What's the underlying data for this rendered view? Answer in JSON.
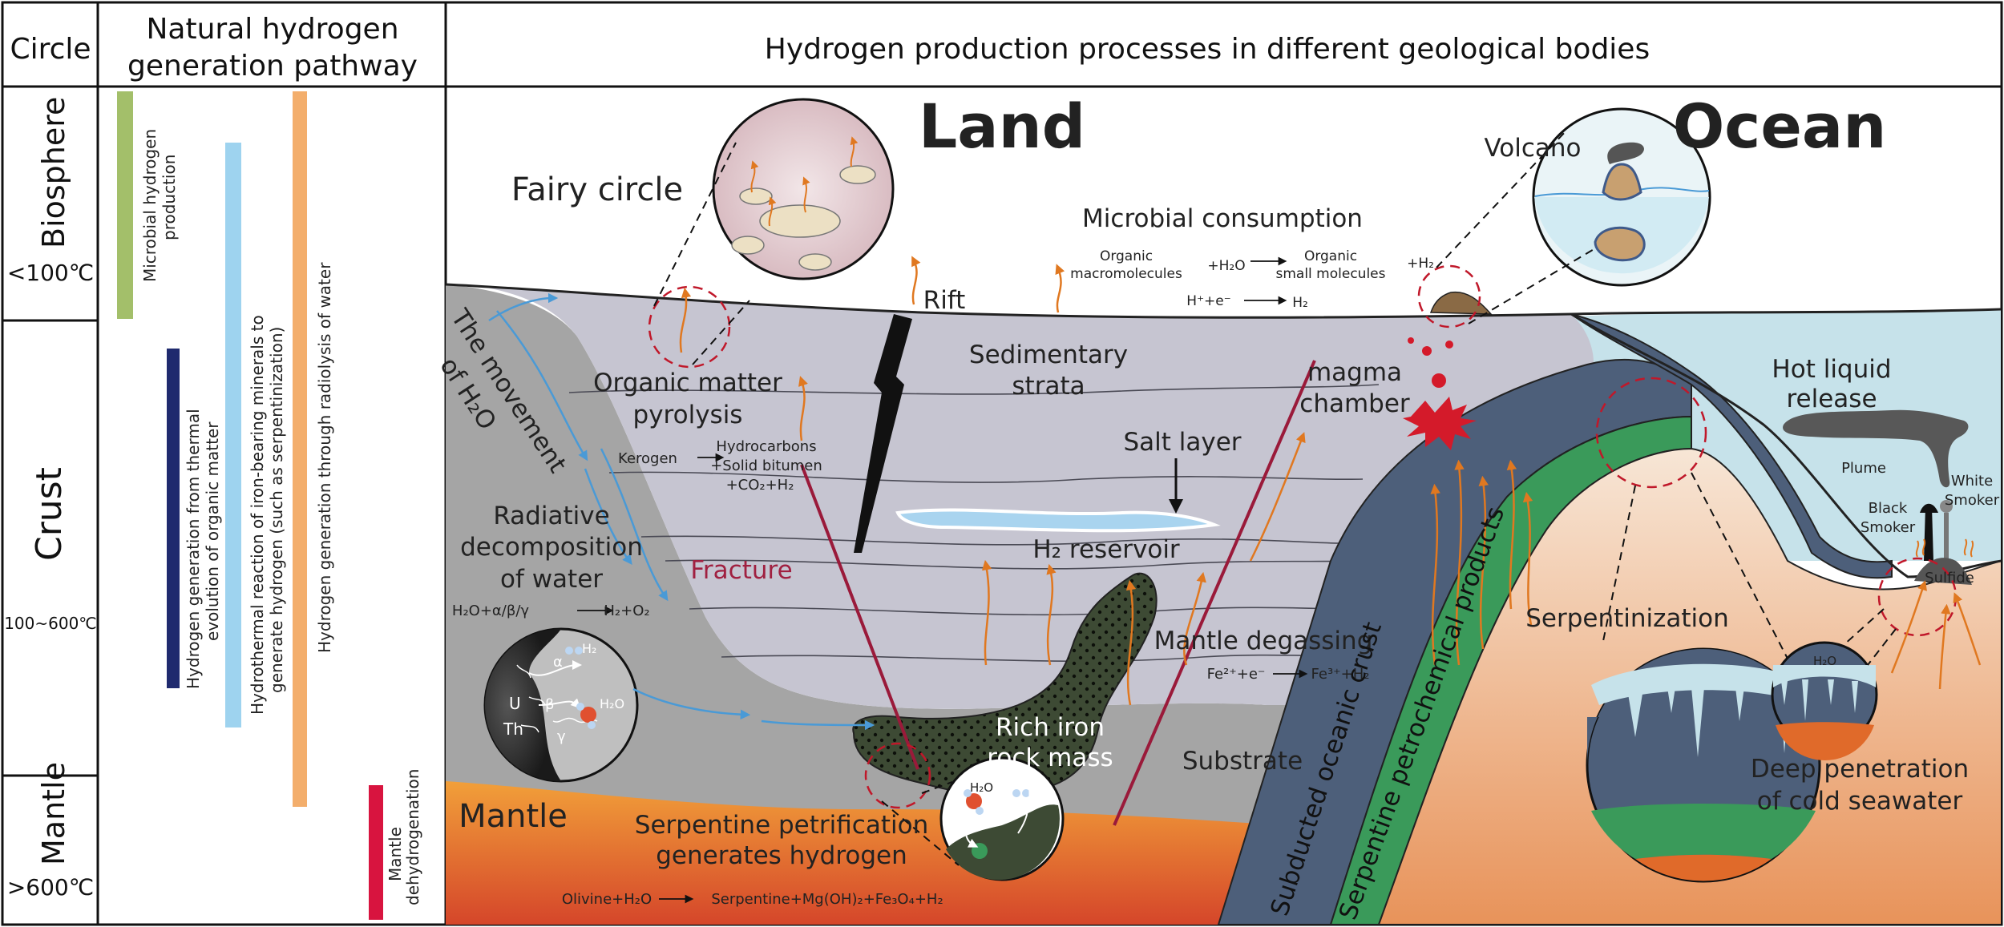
{
  "header": {
    "circle": "Circle",
    "pathway_line1": "Natural hydrogen",
    "pathway_line2": "generation pathway",
    "processes": "Hydrogen production processes in different geological bodies"
  },
  "spheres": {
    "biosphere": "Biosphere",
    "biosphere_temp": "<100℃",
    "crust": "Crust",
    "crust_temp": "100~600℃",
    "mantle": "Mantle",
    "mantle_temp": ">600℃"
  },
  "pathways": {
    "microbial_line1": "Microbial hydrogen",
    "microbial_line2": "production",
    "thermal_line1": "Hydrogen generation from thermal",
    "thermal_line2": "evolution of organic matter",
    "hydrothermal_line1": "Hydrothermal reaction of iron-bearing minerals to",
    "hydrothermal_line2": "generate hydrogen (such as serpentinization)",
    "radiolysis": "Hydrogen generation through radiolysis of water",
    "mantle_line1": "Mantle",
    "mantle_line2": "dehydrogenation",
    "colors": {
      "microbial": "#a3bf6a",
      "thermal": "#1f2a6e",
      "hydrothermal": "#9ed3ef",
      "radiolysis": "#f3ae6c",
      "mantle": "#d8143f"
    }
  },
  "diagram": {
    "land": "Land",
    "ocean": "Ocean",
    "fairy_circle": "Fairy circle",
    "rift": "Rift",
    "microbial_consumption": "Microbial consumption",
    "eq_organic_a": "Organic",
    "eq_organic_b": "macromolecules",
    "eq_plus_h2o": "+H₂O",
    "eq_small_a": "Organic",
    "eq_small_b": "small molecules",
    "eq_plus_h2": "+H₂",
    "eq_proton": "H⁺+e⁻",
    "eq_proton_product": "H₂",
    "volcano": "Volcano",
    "movement_line1": "The movement",
    "movement_line2": "of H₂O",
    "organic_line1": "Organic matter",
    "organic_line2": "pyrolysis",
    "sedimentary_line1": "Sedimentary",
    "sedimentary_line2": "strata",
    "magma_line1": "magma",
    "magma_line2": "chamber",
    "kerogen": "Kerogen",
    "hydrocarbons": "Hydrocarbons",
    "solid_bitumen": "+Solid bitumen",
    "co2_h2": "+CO₂+H₂",
    "salt_layer": "Salt layer",
    "hot_liquid_line1": "Hot liquid",
    "hot_liquid_line2": "release",
    "plume": "Plume",
    "white_smoker_line1": "White",
    "white_smoker_line2": "Smoker",
    "black_smoker_line1": "Black",
    "black_smoker_line2": "Smoker",
    "sulfide": "Sulfide",
    "radiative_line1": "Radiative",
    "radiative_line2": "decomposition",
    "radiative_line3": "of water",
    "radiolysis_eq_left": "H₂O+α/β/γ",
    "radiolysis_eq_right": "H₂+O₂",
    "fracture": "Fracture",
    "h2_reservoir": "H₂ reservoir",
    "mantle_degassing": "Mantle degassing",
    "degassing_eq_left": "Fe²⁺+e⁻",
    "degassing_eq_right": "Fe³⁺+H₂",
    "serpentinization": "Serpentinization",
    "subducted_crust": "Subducted oceanic crust",
    "serpentine_products": "Serpentine petrochemical products",
    "rich_iron_line1": "Rich iron",
    "rich_iron_line2": "rock mass",
    "substrate": "Substrate",
    "mantle_label": "Mantle",
    "serp_petri_line1": "Serpentine petrification",
    "serp_petri_line2": "generates hydrogen",
    "olivine_eq_left": "Olivine+H₂O",
    "olivine_eq_right": "Serpentine+Mg(OH)₂+Fe₃O₄+H₂",
    "deep_penetration_line1": "Deep penetration",
    "deep_penetration_line2": "of cold seawater",
    "inset_u": "U",
    "inset_th": "Th",
    "inset_alpha": "α",
    "inset_beta": "β",
    "inset_gamma": "γ",
    "inset_h2": "H₂",
    "inset_h2o": "H₂O",
    "inset_plusminus": "+/-"
  },
  "colors": {
    "crust_grey": "#c6c5d1",
    "substrate_grey": "#a5a5a5",
    "mantle_orange": "#e08a2a",
    "ocean_blue": "#c6e2ea",
    "oceanic_crust": "#4d5f7a",
    "serpentine_green": "#3a9a5a",
    "iron_rock": "#3d4a34",
    "arrow_orange": "#e07820",
    "water_blue": "#4a9ad6",
    "fracture_red": "#9a1a3a",
    "magma_red": "#d41a2a"
  }
}
